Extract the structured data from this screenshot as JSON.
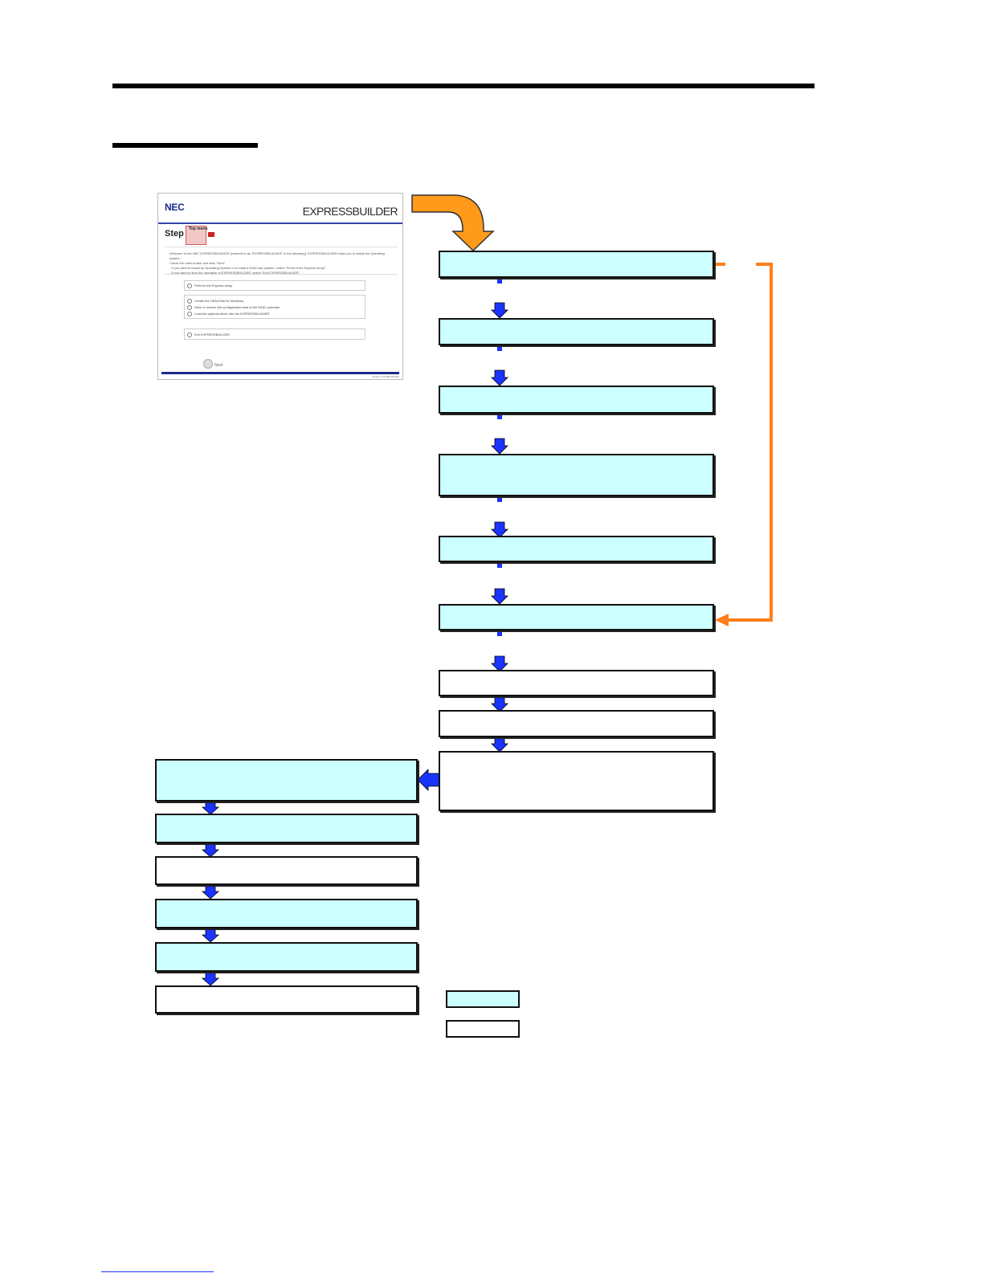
{
  "legend": {
    "cyan_label": "",
    "white_label": ""
  },
  "screenshot": {
    "logo": "NEC",
    "product": "EXPRESSBUILDER",
    "step_label": "Step",
    "step_tab": "Top menu",
    "welcome_line1": "Welcome to the NEC EXPRESSBUILDER (referred to as \"EXPRESSBUILDER\" in the following). EXPRESSBUILDER helps you to install the Operating system.",
    "welcome_line2": "Check the radio button and click \"Next\".",
    "bullet1": "- If you want to install an Operating System or to build a RAID sub-system, select \"Perform the Express setup\".",
    "bullet2": "- If you want to stop the operation of EXPRESSBUILDER, select \"Exit EXPRESSBUILDER\".",
    "opt_express": "Perform the Express setup",
    "opt_oem": "Create the OEM-Disk for Windows",
    "opt_raid": "Save or restore the configuration data of the RAID controller",
    "opt_driver": "Load the optional driver into the EXPRESSBUILDER",
    "opt_exit": "Exit EXPRESSBUILDER",
    "next": "Next",
    "version": "Version 2.10-025.00(032)"
  },
  "colors": {
    "process_fill": "#ccffff",
    "arrow_blue": "#1a33ff",
    "arrow_orange": "#ff7f1a",
    "entry_arrow_orange": "#ff9a1a"
  }
}
